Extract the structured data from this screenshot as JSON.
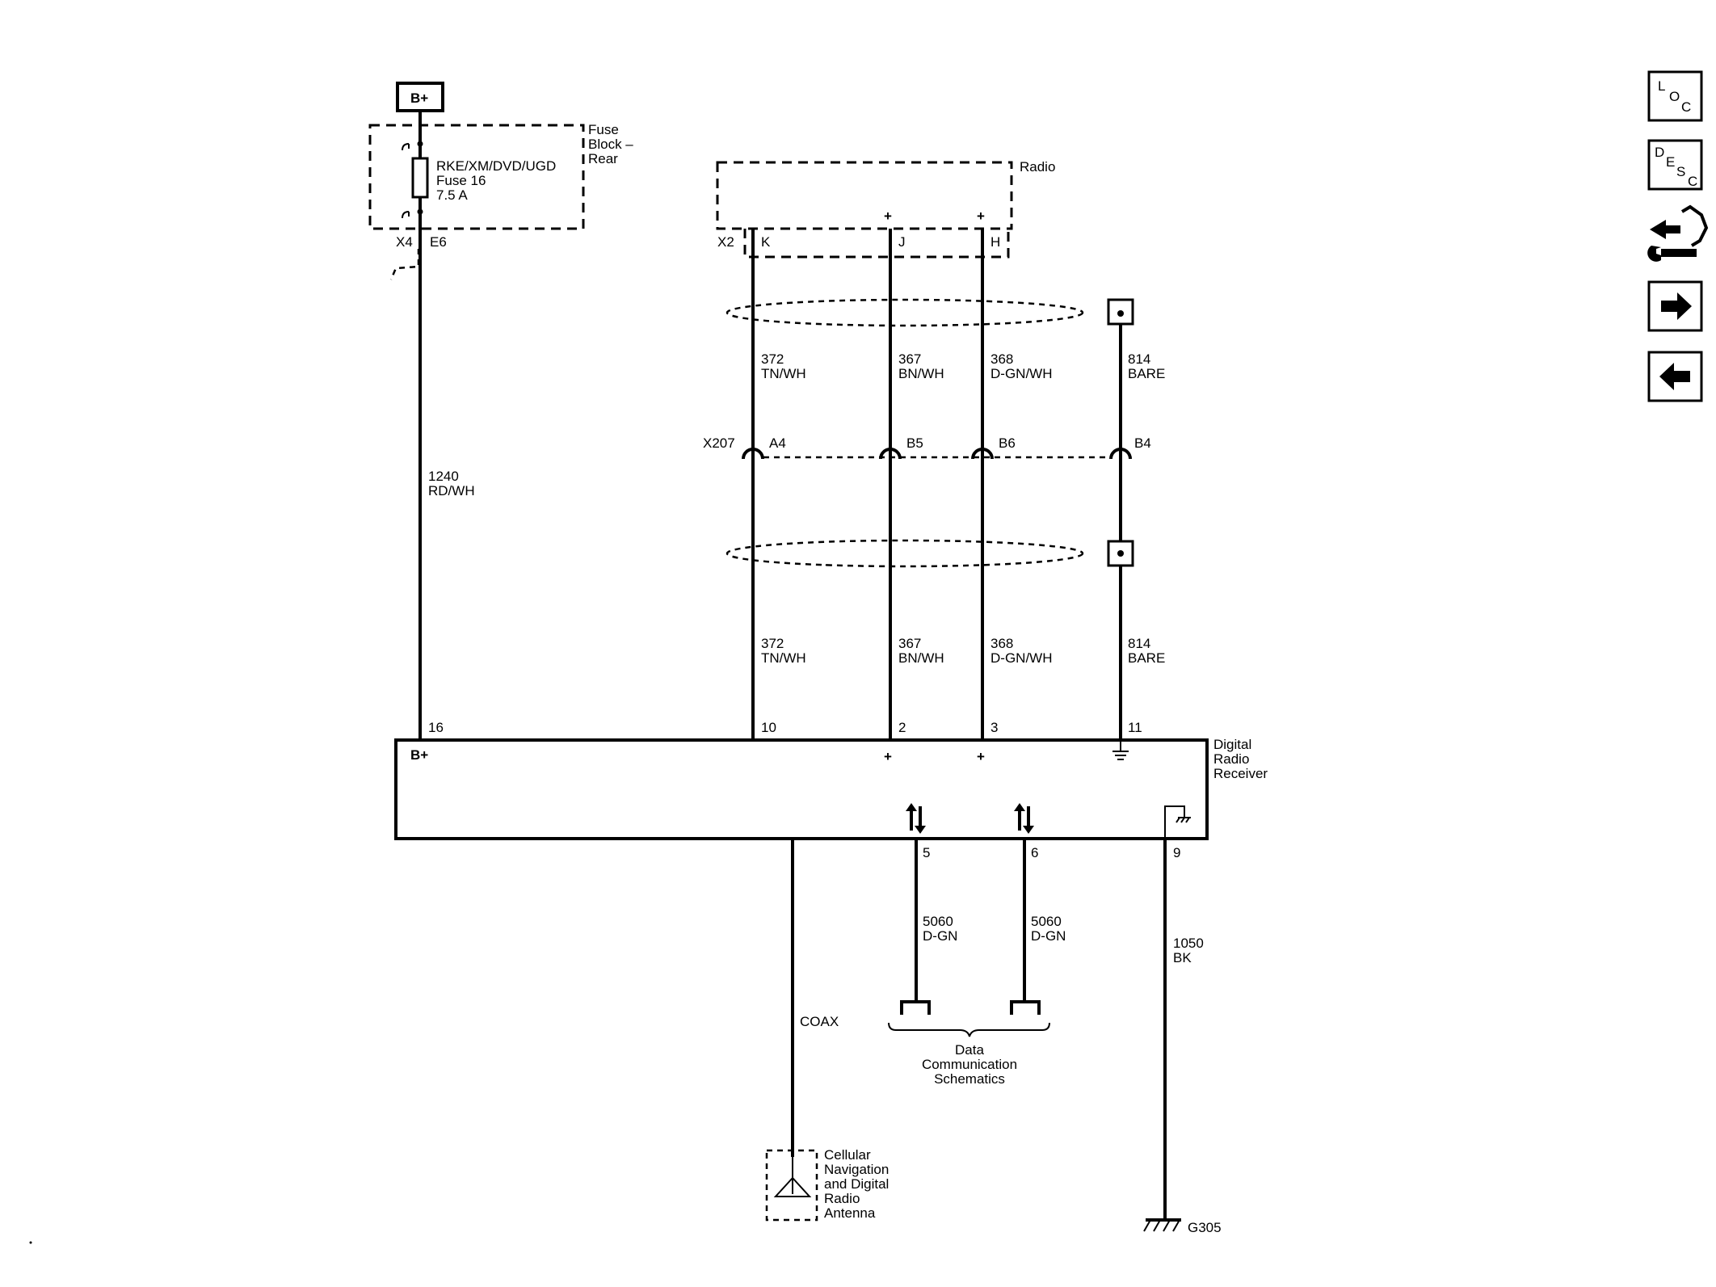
{
  "power": {
    "source": "B+"
  },
  "fuse_block": {
    "name": "Fuse Block – Rear",
    "line1": "Fuse",
    "line2": "Block –",
    "line3": "Rear",
    "fuse_name": "RKE/XM/DVD/UGD",
    "fuse_num": "Fuse 16",
    "rating": "7.5 A",
    "connector": "X4",
    "pin": "E6"
  },
  "radio": {
    "name": "Radio",
    "connector": "X2",
    "pins": [
      "K",
      "J",
      "H"
    ]
  },
  "inline_connector": {
    "name": "X207",
    "pins": [
      "A4",
      "B5",
      "B6",
      "B4"
    ]
  },
  "wires": {
    "power": {
      "circuit": "1240",
      "color": "RD/WH"
    },
    "w372": {
      "circuit": "372",
      "color": "TN/WH"
    },
    "w367": {
      "circuit": "367",
      "color": "BN/WH"
    },
    "w368": {
      "circuit": "368",
      "color": "D-GN/WH"
    },
    "w814": {
      "circuit": "814",
      "color": "BARE"
    },
    "d5": {
      "circuit": "5060",
      "color": "D-GN"
    },
    "d6": {
      "circuit": "5060",
      "color": "D-GN"
    },
    "gnd": {
      "circuit": "1050",
      "color": "BK"
    },
    "coax": "COAX"
  },
  "receiver": {
    "line1": "Digital",
    "line2": "Radio",
    "line3": "Receiver",
    "b_plus": "B+",
    "top_pins": [
      "16",
      "10",
      "2",
      "3",
      "11"
    ],
    "bottom_pins": [
      "5",
      "6",
      "9"
    ]
  },
  "data_comm": {
    "line1": "Data",
    "line2": "Communication",
    "line3": "Schematics"
  },
  "antenna": {
    "line1": "Cellular",
    "line2": "Navigation",
    "line3": "and Digital",
    "line4": "Radio",
    "line5": "Antenna"
  },
  "ground": {
    "name": "G305"
  },
  "nav": {
    "loc": [
      "L",
      "O",
      "C"
    ],
    "desc": [
      "D",
      "E",
      "S",
      "C"
    ],
    "icons": [
      "connector-icon",
      "wrench-icon",
      "next-arrow-icon",
      "back-arrow-icon"
    ]
  }
}
